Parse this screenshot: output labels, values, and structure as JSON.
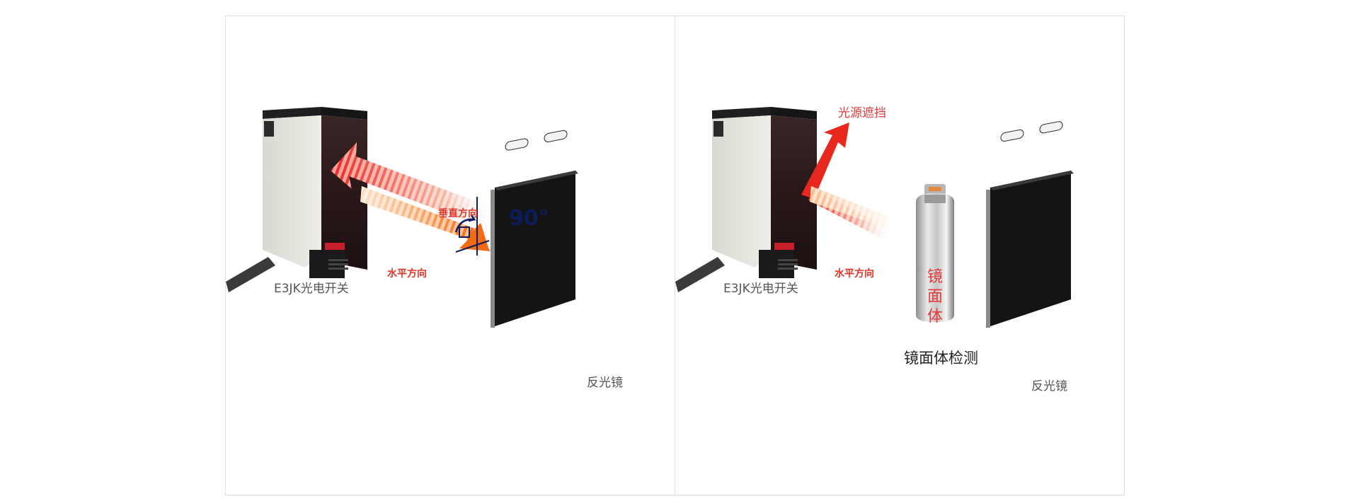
{
  "left_panel": {
    "sensor_label": "E3JK光电开关",
    "vertical_label": "垂直方向",
    "horizontal_label": "水平方向",
    "angle_label": "90°",
    "reflector_label": "反光镜"
  },
  "right_panel": {
    "sensor_label": "E3JK光电开关",
    "blocked_label": "光源遮挡",
    "horizontal_label": "水平方向",
    "bottle_text": [
      "镜",
      "面",
      "体"
    ],
    "detection_label": "镜面体检测",
    "reflector_label": "反光镜"
  },
  "colors": {
    "arrow_red": "#e8281f",
    "arrow_orange": "#f7781e",
    "sensor_body": "#e6e6df",
    "sensor_dark": "#2a2324",
    "reflector": "#1d1d1d",
    "angle_blue": "#0d1c5a"
  }
}
